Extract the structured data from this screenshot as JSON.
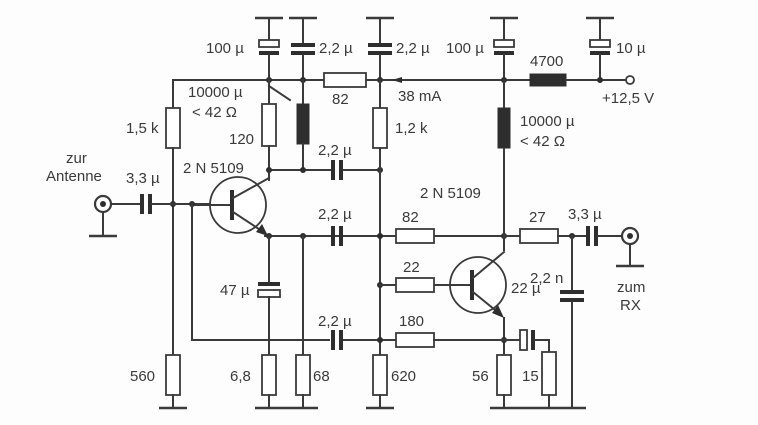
{
  "labels": {
    "c_top_left_elko": "100 µ",
    "c_top_22a": "2,2 µ",
    "c_top_22b": "2,2 µ",
    "c_top_right_elko": "100 µ",
    "c_top_10": "10 µ",
    "r_4700": "4700",
    "supply": "+12,5 V",
    "r_82_top": "82",
    "current": "38 mA",
    "l1_value": "10000 µ",
    "l1_res": "< 42 Ω",
    "l2_value": "10000 µ",
    "l2_res": "< 42 Ω",
    "r_120": "120",
    "r_1k5": "1,5 k",
    "r_1k2": "1,2 k",
    "c_mid_22": "2,2 µ",
    "t1_name": "2 N 5109",
    "t2_name": "2 N 5109",
    "in_label_1": "zur",
    "in_label_2": "Antenne",
    "c_in": "3,3 µ",
    "c_22_row2": "2,2 µ",
    "r_82_row2": "82",
    "r_27": "27",
    "c_out": "3,3 µ",
    "r_22": "22",
    "c_2n2": "2,2 n",
    "out_label_1": "zum",
    "out_label_2": "RX",
    "c_47": "47 µ",
    "c_22_bot": "2,2 µ",
    "r_180": "180",
    "c_22_elko": "22 µ",
    "r_560": "560",
    "r_6_8": "6,8",
    "r_68": "68",
    "r_620": "620",
    "r_56": "56",
    "r_15": "15"
  }
}
